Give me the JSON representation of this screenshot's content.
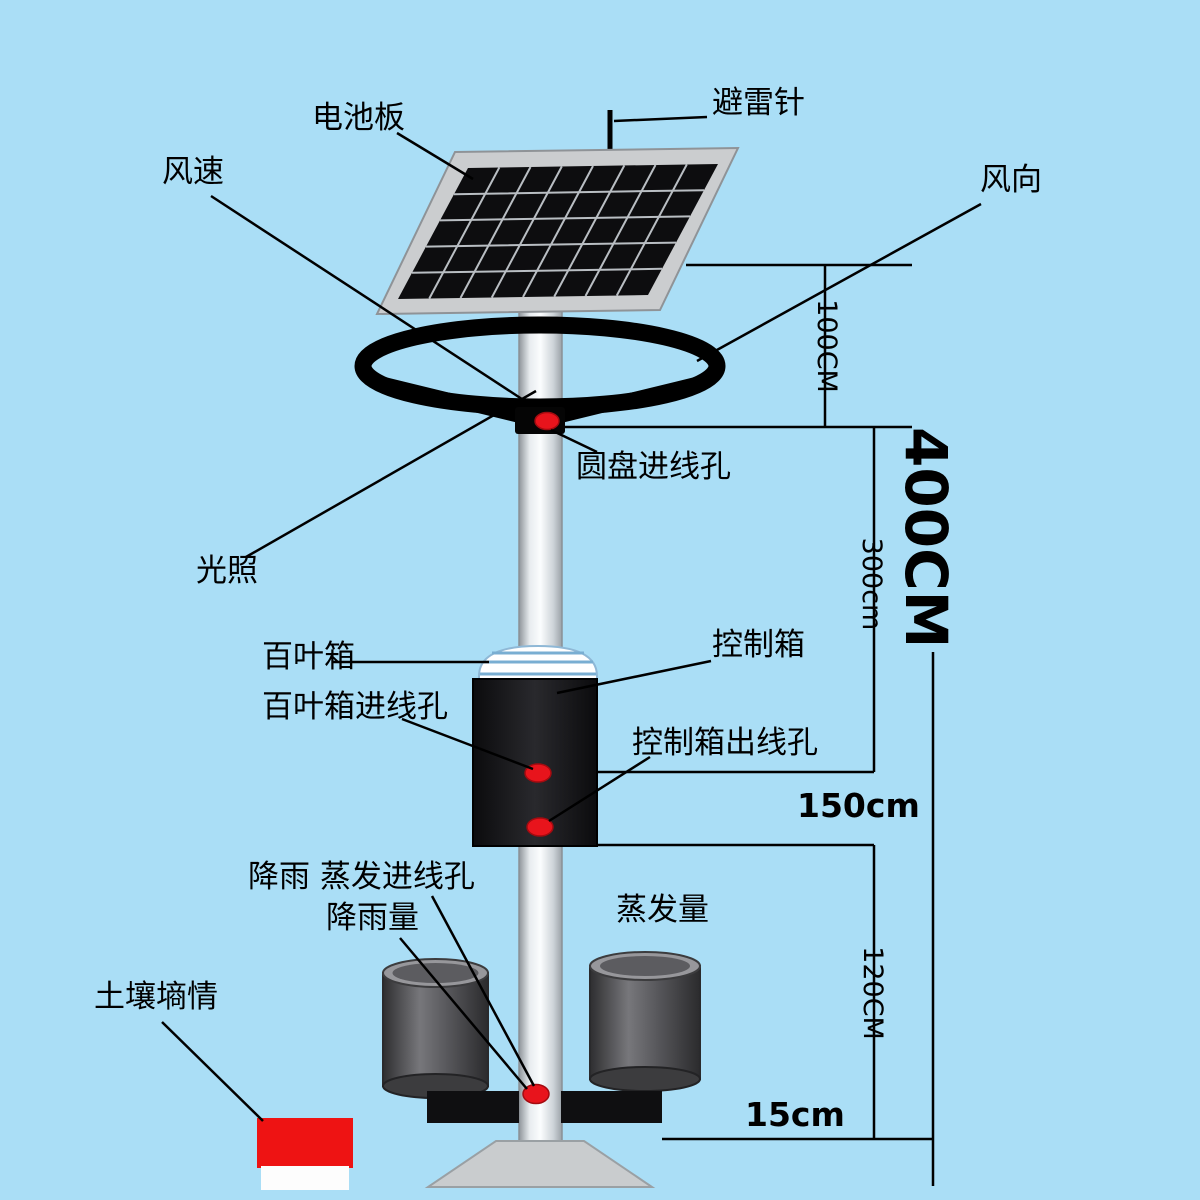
{
  "colors": {
    "background": "#aadef6",
    "accent_red": "#e8141c",
    "panel_cells": "#0d0d0f",
    "panel_frame": "#cbcdcf",
    "pole_light": "#fbfdfe",
    "box_dark": "#141416"
  },
  "labels": {
    "battery_panel": "电池板",
    "lightning_rod": "避雷针",
    "wind_speed": "风速",
    "wind_direction": "风向",
    "disc_inlet": "圆盘进线孔",
    "light": "光照",
    "louver_box": "百叶箱",
    "louver_box_inlet": "百叶箱进线孔",
    "control_box": "控制箱",
    "control_box_outlet": "控制箱出线孔",
    "rain_evap_inlet": "降雨 蒸发进线孔",
    "rainfall": "降雨量",
    "evaporation": "蒸发量",
    "soil_moisture": "土壤墒情"
  },
  "dims": {
    "h100": "100CM",
    "total": "400CM",
    "h300": "300cm",
    "h150": "150cm",
    "h120": "120CM",
    "h15": "15cm"
  }
}
